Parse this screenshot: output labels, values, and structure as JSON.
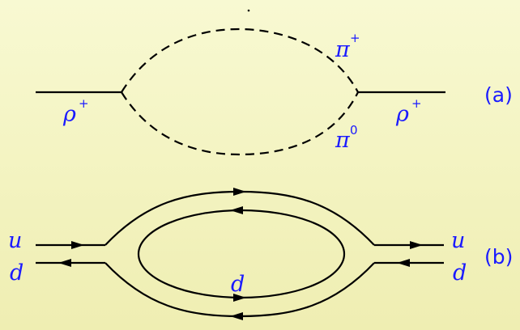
{
  "diagram": {
    "a": {
      "panel_label": "(a)",
      "rho_left": "ρ",
      "rho_left_charge": "+",
      "rho_right": "ρ",
      "rho_right_charge": "+",
      "pi_top": "π",
      "pi_top_charge": "+",
      "pi_bottom": "π",
      "pi_bottom_charge": "0"
    },
    "b": {
      "panel_label": "(b)",
      "left_top": "u",
      "left_bottom": "d",
      "right_top": "u",
      "right_bottom": "d",
      "center": "d"
    }
  }
}
